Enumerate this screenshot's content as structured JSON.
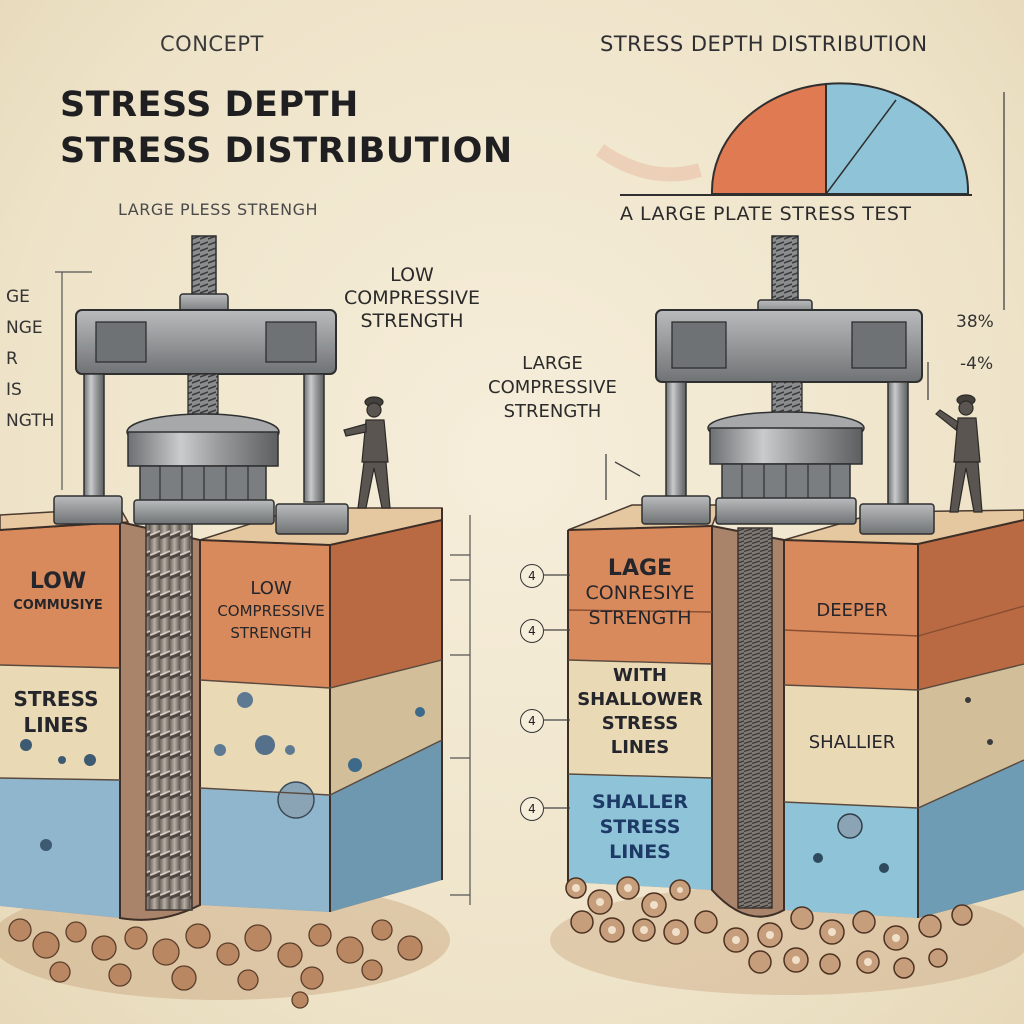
{
  "left": {
    "concept": "CONCEPT",
    "heading_line1": "STRESS DEPTH",
    "heading_line2": "STRESS DISTRIBUTION",
    "subheading": "LARGE  PLESS STRENGH",
    "edge_text": [
      "GE",
      "NGE",
      "R",
      "IS",
      "NGTH"
    ],
    "callout_low": [
      "LOW",
      "COMPRESSIVE",
      "STRENGTH"
    ],
    "block_left_top": [
      "LOW",
      "COMMUSIYE"
    ],
    "block_left_middle": [
      "STRESS",
      "LINES"
    ],
    "block_right_top": [
      "LOW",
      "COMPRESSIVE",
      "STRENGTH"
    ]
  },
  "right": {
    "title": "STRESS DEPTH DISTRIBUTION",
    "subtitle": "A LARGE PLATE STRESS TEST",
    "percent_1": "38%",
    "percent_2": "-4%",
    "callout_large": [
      "LARGE",
      "COMPRESSIVE",
      "STRENGTH"
    ],
    "bubbles": [
      "4",
      "4",
      "4",
      "4"
    ],
    "block_left_top": [
      "LAGE",
      "CONRESIYE",
      "STRENGTH"
    ],
    "block_left_middle": [
      "WITH",
      "SHALLOWER",
      "STRESS",
      "LINES"
    ],
    "block_left_bottom": [
      "SHALLER",
      "STRESS",
      "LINES"
    ],
    "block_right_top": [
      "DEEPER"
    ],
    "block_right_middle": [
      "SHALLIER"
    ]
  },
  "colors": {
    "paper": "#f3ead4",
    "clay": "#d98a5c",
    "sand": "#ead9b5",
    "water": "#8fb6cc",
    "steel": "#8a8c8e",
    "ink": "#2b2a2a",
    "gauge_orange": "#e07a52",
    "gauge_blue": "#8fc4d8"
  },
  "icons": [
    "press-frame",
    "threaded-rod",
    "worker-figure",
    "semicircle-gauge",
    "gravel-pile"
  ]
}
